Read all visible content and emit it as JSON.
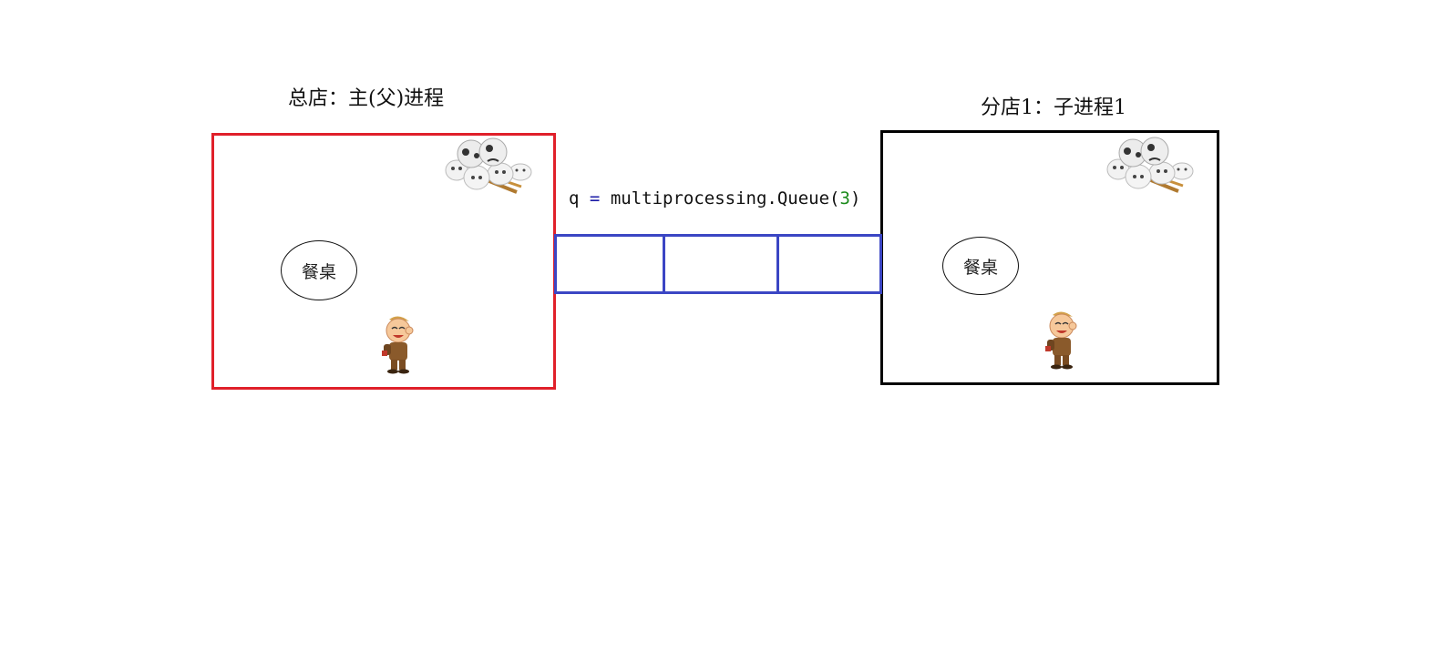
{
  "main_store": {
    "title": "总店：主(父)进程",
    "table_label": "餐桌",
    "border_color": "#e0202a"
  },
  "child_store": {
    "title": "分店1：子进程1",
    "table_label": "餐桌",
    "border_color": "#000000"
  },
  "queue": {
    "code": {
      "var": "q",
      "op": "=",
      "call": "multiprocessing.Queue(",
      "arg": "3",
      "close": ")"
    },
    "slots": 3,
    "border_color": "#3b46c4"
  },
  "icons": {
    "food": "steamed-buns-icon",
    "person": "cartoon-boy-icon"
  }
}
